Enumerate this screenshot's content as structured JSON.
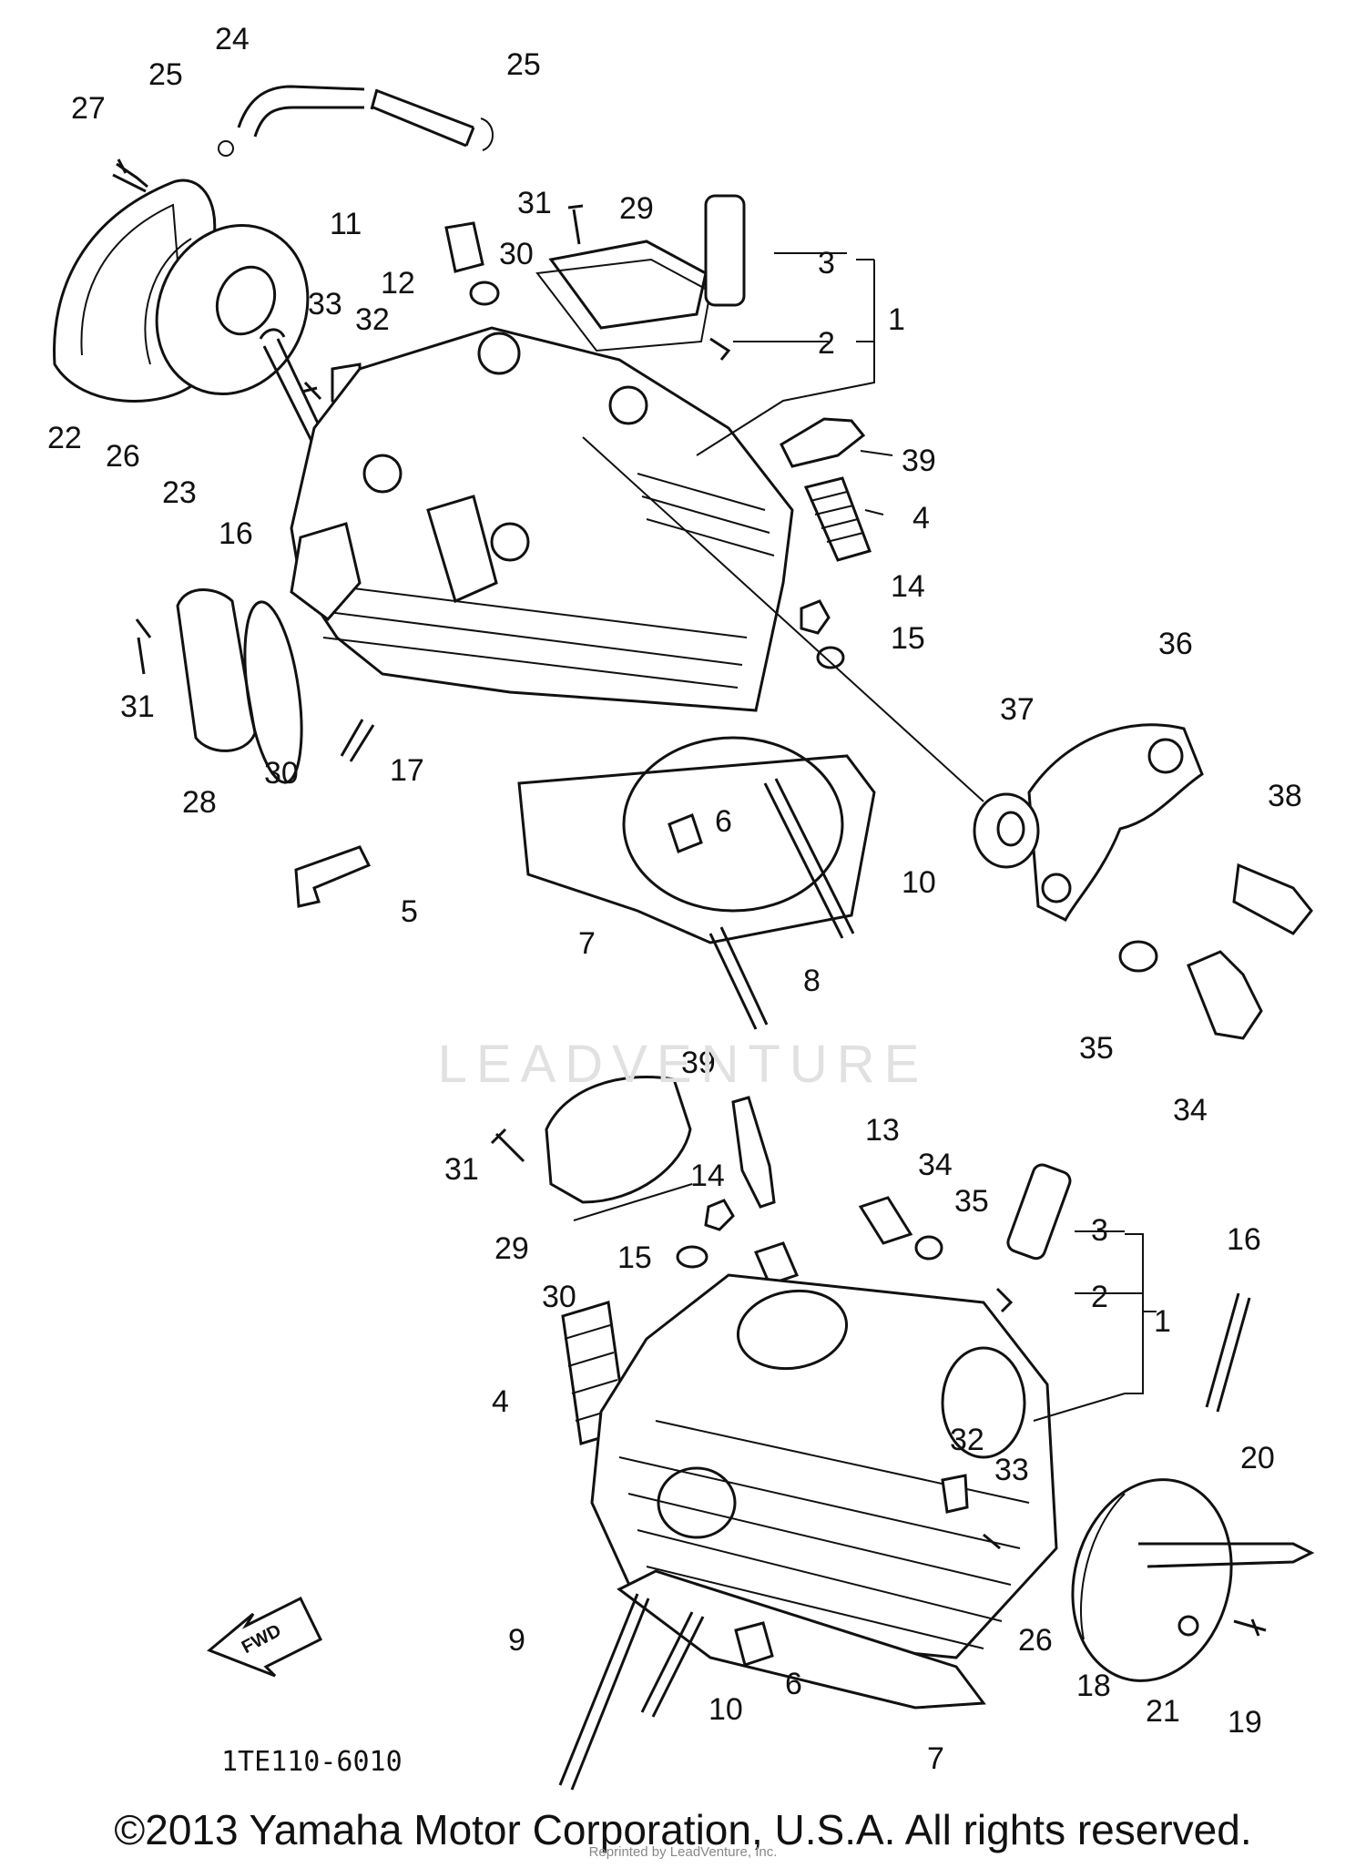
{
  "watermark": "LEADVENTURE",
  "diagram_code": "1TE110-6010",
  "fwd_label": "FWD",
  "copyright": "©2013 Yamaha Motor Corporation, U.S.A. All rights reserved.",
  "sub_credit": "Reprinted by LeadVenture, Inc.",
  "labels": {
    "top": {
      "l1": "1",
      "l2": "2",
      "l3": "3",
      "l4": "4",
      "l5": "5",
      "l6": "6",
      "l7": "7",
      "l8": "8",
      "l10": "10",
      "l11": "11",
      "l12": "12",
      "l14": "14",
      "l15": "15",
      "l16": "16",
      "l17": "17",
      "l22": "22",
      "l23": "23",
      "l24": "24",
      "l25a": "25",
      "l25b": "25",
      "l26": "26",
      "l27": "27",
      "l28": "28",
      "l29": "29",
      "l30a": "30",
      "l30b": "30",
      "l31a": "31",
      "l31b": "31",
      "l32": "32",
      "l33": "33",
      "l34": "34",
      "l35": "35",
      "l36": "36",
      "l37": "37",
      "l38": "38",
      "l39": "39"
    },
    "bottom": {
      "l1": "1",
      "l2": "2",
      "l3": "3",
      "l4": "4",
      "l6": "6",
      "l7": "7",
      "l9": "9",
      "l10": "10",
      "l13": "13",
      "l14": "14",
      "l15": "15",
      "l16": "16",
      "l18": "18",
      "l19": "19",
      "l20": "20",
      "l21": "21",
      "l26": "26",
      "l29": "29",
      "l30": "30",
      "l31": "31",
      "l32": "32",
      "l33": "33",
      "l34": "34",
      "l35": "35",
      "l39": "39"
    }
  }
}
